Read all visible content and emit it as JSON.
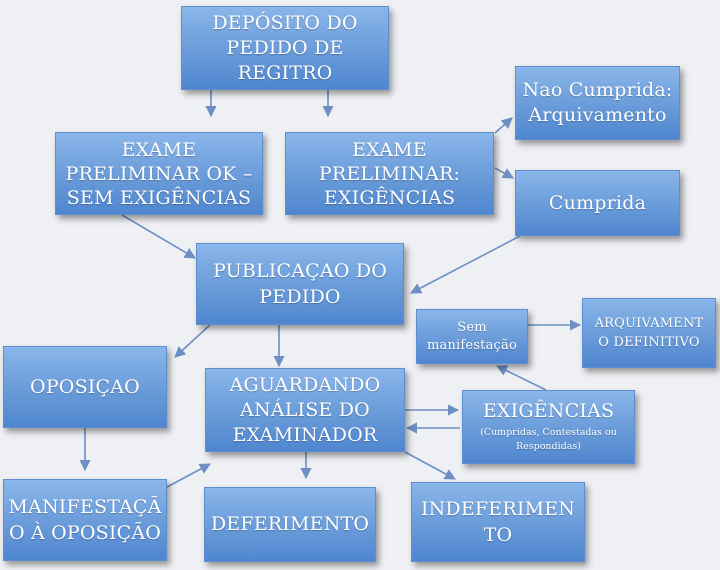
{
  "colors": {
    "box_top": "#8ab6ea",
    "box_bottom": "#4f86cf",
    "arrow": "#6e8fc4",
    "background": "#eef0f3"
  },
  "nodes": {
    "deposito": {
      "lines": [
        "DEPÓSITO DO",
        "PEDIDO DE",
        "REGITRO"
      ]
    },
    "exame_ok": {
      "lines": [
        "EXAME",
        "PRELIMINAR OK –",
        "SEM EXIGÊNCIAS"
      ]
    },
    "exame_exig": {
      "lines": [
        "EXAME",
        "PRELIMINAR:",
        "EXIGÊNCIAS"
      ]
    },
    "nao_cumprida": {
      "lines": [
        "Nao Cumprida:",
        "Arquivamento"
      ]
    },
    "cumprida": {
      "lines": [
        "Cumprida"
      ]
    },
    "publicacao": {
      "lines": [
        "PUBLICAÇAO DO",
        "PEDIDO"
      ]
    },
    "sem_manifestacao": {
      "lines": [
        "Sem",
        "manifestação"
      ]
    },
    "arquivamento_def": {
      "lines": [
        "ARQUIVAMENT",
        "O DEFINITIVO"
      ]
    },
    "oposicao": {
      "lines": [
        "OPOSIÇAO"
      ]
    },
    "aguardando": {
      "lines": [
        "AGUARDANDO",
        "ANÁLISE DO",
        "EXAMINADOR"
      ]
    },
    "exigencias": {
      "lines": [
        "EXIGÊNCIAS"
      ],
      "sub": "(Cumpridas, Contestadas ou Respondidas)"
    },
    "manifestacao": {
      "lines": [
        "MANIFESTAÇÃ",
        "O À OPOSIÇÃO"
      ]
    },
    "deferimento": {
      "lines": [
        "DEFERIMENTO"
      ]
    },
    "indeferimento": {
      "lines": [
        "INDEFERIMEN",
        "TO"
      ]
    }
  }
}
